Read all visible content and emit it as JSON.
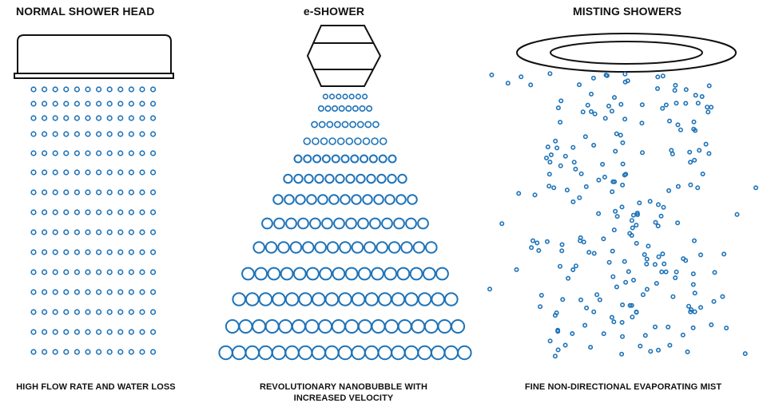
{
  "colors": {
    "drop": "#1e73b8",
    "outline": "#111111",
    "background": "#ffffff"
  },
  "panels": [
    {
      "title": "NORMAL SHOWER HEAD",
      "caption": "HIGH FLOW RATE AND WATER LOSS",
      "icon": "shower-head-icon"
    },
    {
      "title": "e-SHOWER",
      "caption_lines": [
        "REVOLUTIONARY NANOBUBBLE WITH",
        "INCREASED VELOCITY"
      ],
      "icon": "nozzle-icon"
    },
    {
      "title": "MISTING SHOWERS",
      "caption": "FINE NON-DIRECTIONAL EVAPORATING MIST",
      "icon": "misting-ring-icon"
    }
  ]
}
